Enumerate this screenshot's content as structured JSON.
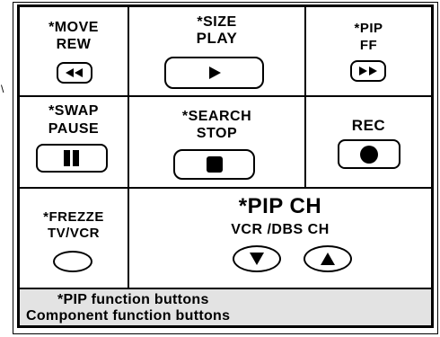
{
  "row1": {
    "move_rew": {
      "line1": "*MOVE",
      "line2": "REW",
      "icon": "rewind-icon"
    },
    "size_play": {
      "line1": "*SIZE",
      "line2": "PLAY",
      "icon": "play-icon"
    },
    "pip_ff": {
      "line1": "*PIP",
      "line2": "FF",
      "icon": "fast-forward-icon"
    }
  },
  "row2": {
    "swap_pause": {
      "line1": "*SWAP",
      "line2": "PAUSE",
      "icon": "pause-icon"
    },
    "search_stop": {
      "line1": "*SEARCH",
      "line2": "STOP",
      "icon": "stop-icon"
    },
    "rec": {
      "line1": "REC",
      "icon": "record-icon"
    }
  },
  "row3": {
    "freeze": {
      "line1": "*FREZZE",
      "line2": "TV/VCR",
      "icon": "oval-button-icon"
    },
    "pip_ch": {
      "title": "*PIP CH",
      "subtitle": "VCR /DBS CH",
      "down_icon": "down-triangle-icon",
      "up_icon": "up-triangle-icon"
    }
  },
  "footer": {
    "line1": "*PIP function buttons",
    "line2": "Component function buttons"
  },
  "margin_mark": "\\"
}
